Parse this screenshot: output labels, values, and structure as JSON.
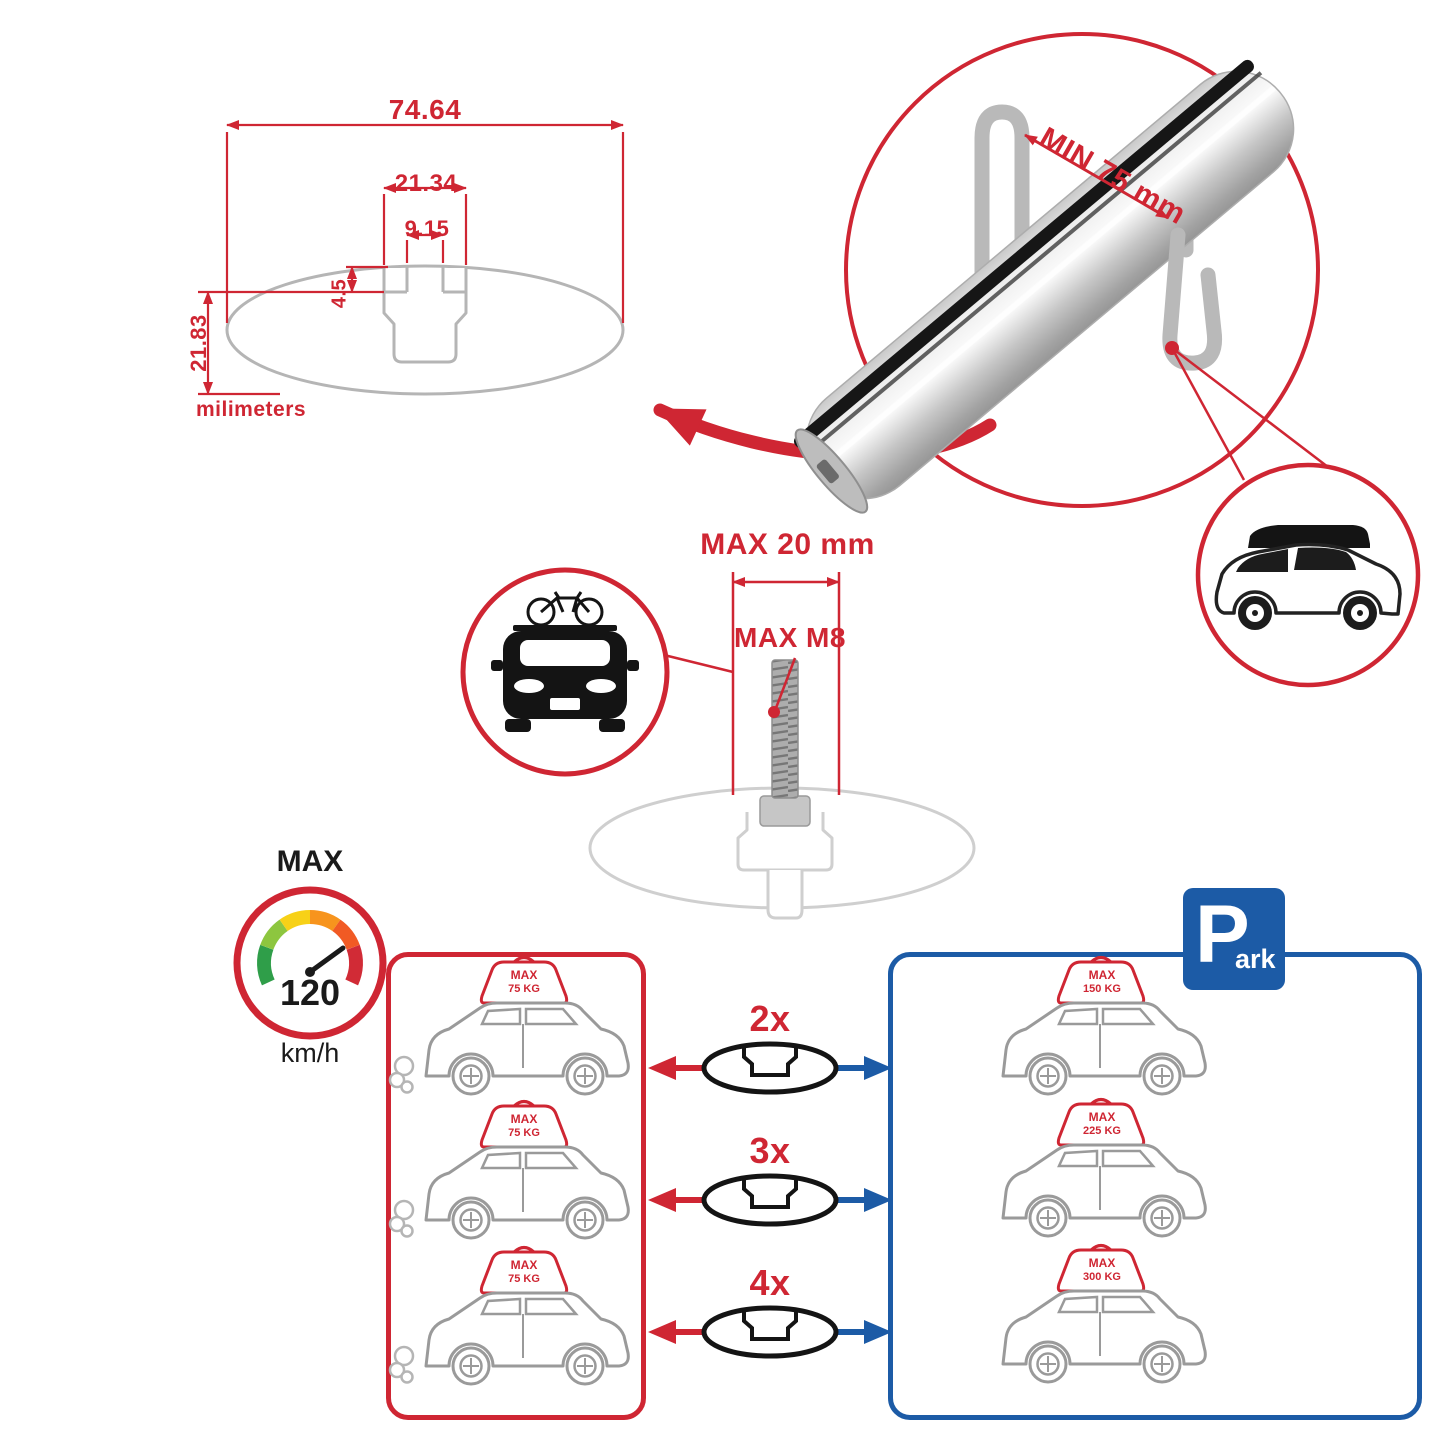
{
  "colors": {
    "accent_red": "#cf2633",
    "accent_blue": "#1c5ba6",
    "drawing_gray": "#b5b5b5",
    "dark": "#1a1a1a"
  },
  "profile_diagram": {
    "width_total": "74.64",
    "channel_width": "21.34",
    "slot_width": "9.15",
    "lip_depth": "4.5",
    "height_total": "21.83",
    "unit_label": "milimeters"
  },
  "bar_detail": {
    "min_clearance": "MIN 75 mm"
  },
  "bolt_detail": {
    "max_length": "MAX 20 mm",
    "max_thread": "MAX M8"
  },
  "speed_gauge": {
    "title": "MAX",
    "value": "120",
    "unit": "km/h"
  },
  "capacity": {
    "left_cars": [
      {
        "line1": "MAX",
        "line2": "75 KG"
      },
      {
        "line1": "MAX",
        "line2": "75 KG"
      },
      {
        "line1": "MAX",
        "line2": "75 KG"
      }
    ],
    "multipliers": [
      "2x",
      "3x",
      "4x"
    ],
    "right_cars": [
      {
        "line1": "MAX",
        "line2": "150 KG"
      },
      {
        "line1": "MAX",
        "line2": "225 KG"
      },
      {
        "line1": "MAX",
        "line2": "300 KG"
      }
    ]
  },
  "park_sign": {
    "letter": "P",
    "suffix": "ark"
  }
}
